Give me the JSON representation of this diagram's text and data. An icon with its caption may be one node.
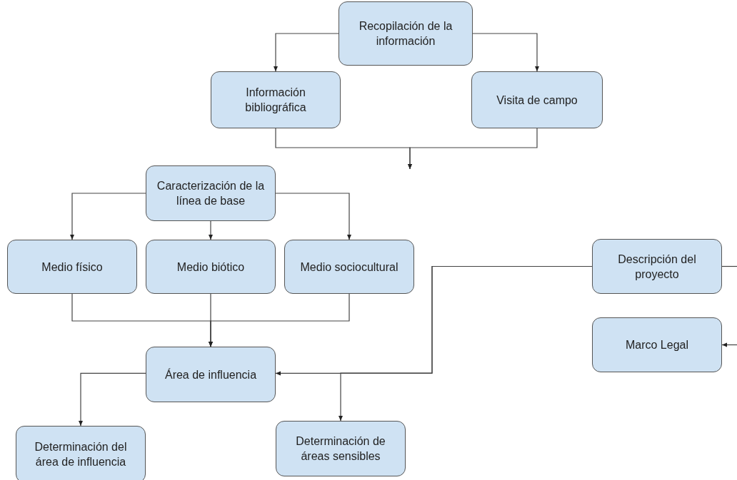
{
  "diagram": {
    "nodes": [
      {
        "text": [
          "Recopilación de la información"
        ]
      },
      {
        "text": [
          "Información bibliográfica"
        ]
      },
      {
        "text": [
          "Visita de campo"
        ]
      },
      {
        "text": [
          "Caracterización de la línea de base"
        ]
      },
      {
        "text": [
          "Medio físico"
        ]
      },
      {
        "text": [
          "Medio biótico"
        ]
      },
      {
        "text": [
          "Medio sociocultural"
        ]
      },
      {
        "text": [
          "Descripción del proyecto"
        ]
      },
      {
        "text": [
          "Área de influencia"
        ]
      },
      {
        "text": [
          "Marco Legal"
        ]
      },
      {
        "text": [
          "Determinación del área de influencia"
        ]
      },
      {
        "text": [
          "Determinación de áreas sensibles"
        ]
      }
    ],
    "edges": [
      {
        "from": 0,
        "to": 1,
        "arrow": "to"
      },
      {
        "from": 0,
        "to": 2,
        "arrow": "to"
      },
      {
        "from": 1,
        "to": null,
        "arrow": "to"
      },
      {
        "from": 2,
        "to": null,
        "arrow": "to"
      },
      {
        "from": 3,
        "to": 4,
        "arrow": "to"
      },
      {
        "from": 3,
        "to": 5,
        "arrow": "to"
      },
      {
        "from": 3,
        "to": 6,
        "arrow": "to"
      },
      {
        "from": 4,
        "to": 8,
        "arrow": "to"
      },
      {
        "from": 5,
        "to": 8,
        "arrow": "to"
      },
      {
        "from": 6,
        "to": 8,
        "arrow": "to"
      },
      {
        "from": 7,
        "to": 8,
        "arrow": "to"
      },
      {
        "from": 7,
        "to": 11,
        "arrow": "to"
      },
      {
        "from": 8,
        "to": 10,
        "arrow": "to"
      },
      {
        "from": 7,
        "to": null,
        "arrow": "none"
      },
      {
        "from": null,
        "to": 9,
        "arrow": "to"
      }
    ]
  }
}
